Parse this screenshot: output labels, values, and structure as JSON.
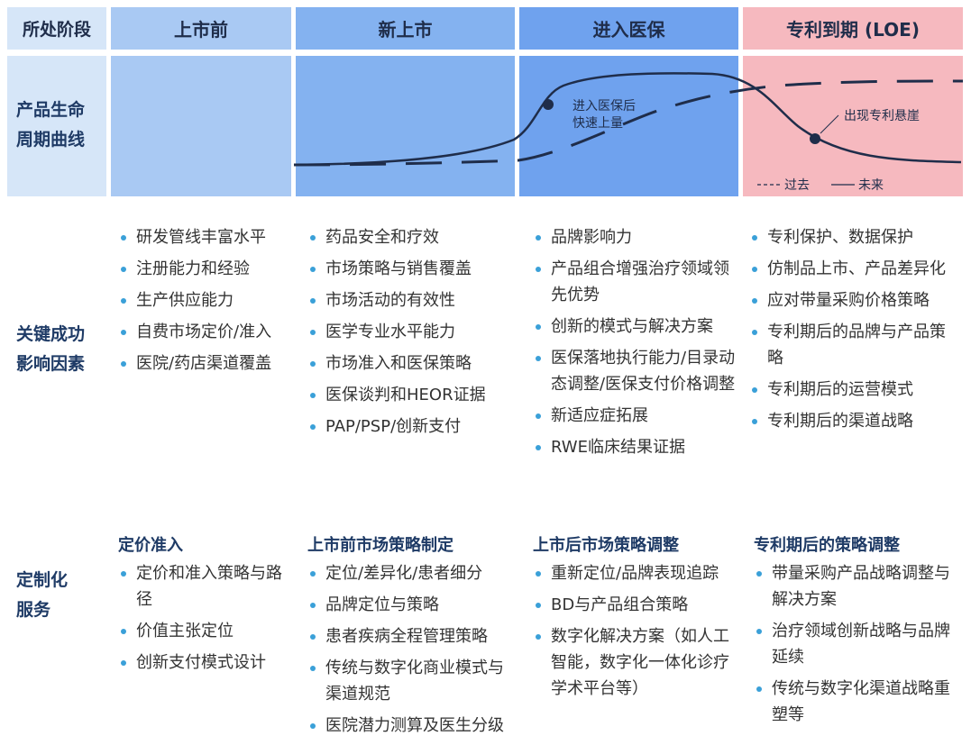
{
  "header": {
    "stage_label": "所处阶段",
    "stages": [
      "上市前",
      "新上市",
      "进入医保",
      "专利到期 (LOE)"
    ]
  },
  "lifecycle": {
    "row_label": [
      "产品生命",
      "周期曲线"
    ],
    "annotation_1": [
      "进入医保后",
      "快速上量"
    ],
    "annotation_2": "出现专利悬崖",
    "legend_past": "过去",
    "legend_future": "未来"
  },
  "factors": {
    "row_label": [
      "关键成功",
      "影响因素"
    ],
    "columns": [
      [
        "研发管线丰富水平",
        "注册能力和经验",
        "生产供应能力",
        "自费市场定价/准入",
        "医院/药店渠道覆盖"
      ],
      [
        "药品安全和疗效",
        "市场策略与销售覆盖",
        "市场活动的有效性",
        "医学专业水平能力",
        "市场准入和医保策略",
        "医保谈判和HEOR证据",
        "PAP/PSP/创新支付"
      ],
      [
        "品牌影响力",
        "产品组合增强治疗领域领先优势",
        "创新的模式与解决方案",
        "医保落地执行能力/目录动态调整/医保支付价格调整",
        "新适应症拓展",
        "RWE临床结果证据"
      ],
      [
        "专利保护、数据保护",
        "仿制品上市、产品差异化",
        "应对带量采购价格策略",
        "专利期后的品牌与产品策略",
        "专利期后的运营模式",
        "专利期后的渠道战略"
      ]
    ]
  },
  "services": {
    "row_label": [
      "定制化",
      "服务"
    ],
    "titles": [
      "定价准入",
      "上市前市场策略制定",
      "上市后市场策略调整",
      "专利期后的策略调整"
    ],
    "columns": [
      [
        "定价和准入策略与路径",
        "价值主张定位",
        "创新支付模式设计"
      ],
      [
        "定位/差异化/患者细分",
        "品牌定位与策略",
        "患者疾病全程管理策略",
        "传统与数字化商业模式与渠道规范",
        "医院潜力测算及医生分级"
      ],
      [
        "重新定位/品牌表现追踪",
        "BD与产品组合策略",
        "数字化解决方案（如人工智能，数字化一体化诊疗学术平台等）"
      ],
      [
        "带量采购产品战略调整与解决方案",
        "治疗领域创新战略与品牌延续",
        "传统与数字化渠道战略重塑等"
      ]
    ]
  },
  "colors": {
    "label_bg": "#d6e6f8",
    "stage1": "#a9c9f3",
    "stage2": "#84b2f0",
    "stage3": "#6fa2ee",
    "stage4": "#f6b9bf",
    "curve": "#1f2d4a",
    "bullet": "#3aa0d8"
  }
}
